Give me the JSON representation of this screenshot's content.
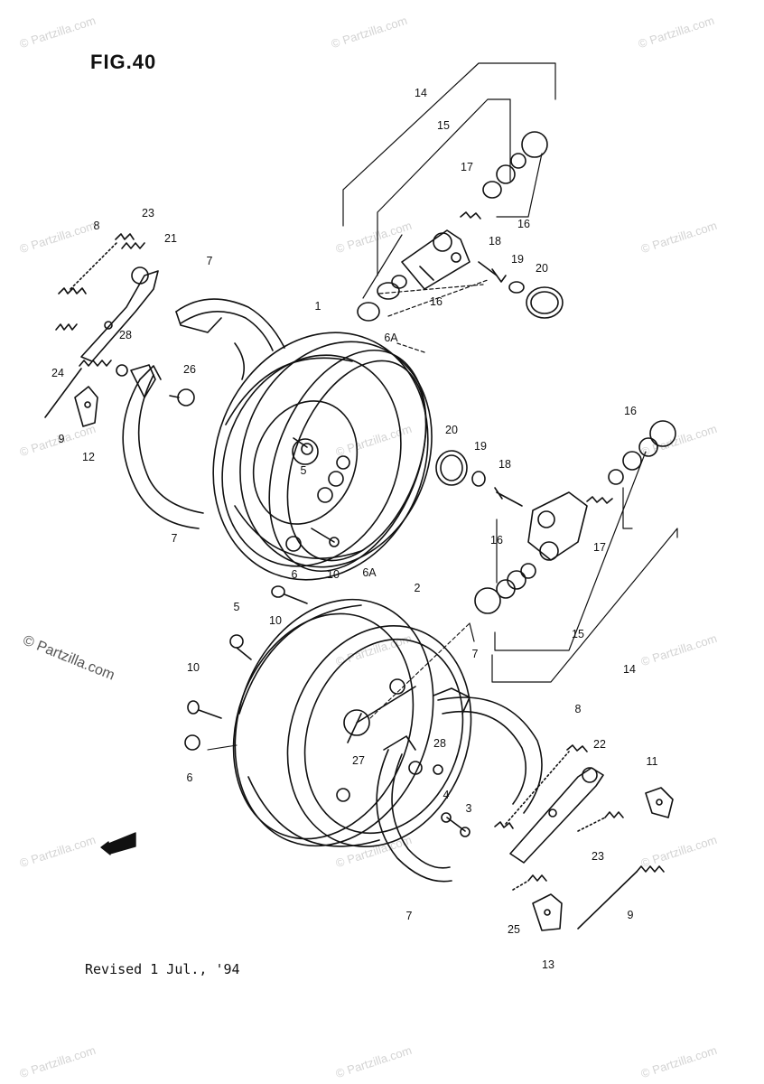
{
  "figure": {
    "title": "FIG.40",
    "revision_note": "Revised 1 Jul., '94"
  },
  "watermarks": {
    "light_text": "© Partzilla.com",
    "prominent_text": "© Partzilla.com"
  },
  "callouts": [
    {
      "id": "c14a",
      "label": "14"
    },
    {
      "id": "c15a",
      "label": "15"
    },
    {
      "id": "c17a",
      "label": "17"
    },
    {
      "id": "c16a",
      "label": "16"
    },
    {
      "id": "c18a",
      "label": "18"
    },
    {
      "id": "c19a",
      "label": "19"
    },
    {
      "id": "c20a",
      "label": "20"
    },
    {
      "id": "c16b",
      "label": "16"
    },
    {
      "id": "c8a",
      "label": "8"
    },
    {
      "id": "c23a",
      "label": "23"
    },
    {
      "id": "c21",
      "label": "21"
    },
    {
      "id": "c7a",
      "label": "7"
    },
    {
      "id": "c1",
      "label": "1"
    },
    {
      "id": "c6Aa",
      "label": "6A"
    },
    {
      "id": "c28a",
      "label": "28"
    },
    {
      "id": "c26",
      "label": "26"
    },
    {
      "id": "c24",
      "label": "24"
    },
    {
      "id": "c9a",
      "label": "9"
    },
    {
      "id": "c12",
      "label": "12"
    },
    {
      "id": "c5a",
      "label": "5"
    },
    {
      "id": "c7b",
      "label": "7"
    },
    {
      "id": "c6a",
      "label": "6"
    },
    {
      "id": "c10a",
      "label": "10"
    },
    {
      "id": "c16c",
      "label": "16"
    },
    {
      "id": "c20b",
      "label": "20"
    },
    {
      "id": "c19b",
      "label": "19"
    },
    {
      "id": "c18b",
      "label": "18"
    },
    {
      "id": "c16d",
      "label": "16"
    },
    {
      "id": "c17b",
      "label": "17"
    },
    {
      "id": "c15b",
      "label": "15"
    },
    {
      "id": "c14b",
      "label": "14"
    },
    {
      "id": "c6Ab",
      "label": "6A"
    },
    {
      "id": "c2",
      "label": "2"
    },
    {
      "id": "c5b",
      "label": "5"
    },
    {
      "id": "c10b",
      "label": "10"
    },
    {
      "id": "c10c",
      "label": "10"
    },
    {
      "id": "c6b",
      "label": "6"
    },
    {
      "id": "c7c",
      "label": "7"
    },
    {
      "id": "c27",
      "label": "27"
    },
    {
      "id": "c28b",
      "label": "28"
    },
    {
      "id": "c4",
      "label": "4"
    },
    {
      "id": "c3",
      "label": "3"
    },
    {
      "id": "c8b",
      "label": "8"
    },
    {
      "id": "c22",
      "label": "22"
    },
    {
      "id": "c11",
      "label": "11"
    },
    {
      "id": "c23b",
      "label": "23"
    },
    {
      "id": "c9b",
      "label": "9"
    },
    {
      "id": "c25",
      "label": "25"
    },
    {
      "id": "c13",
      "label": "13"
    },
    {
      "id": "c7d",
      "label": "7"
    }
  ],
  "icons": {
    "front_arrow": "front-direction-arrow-icon"
  }
}
